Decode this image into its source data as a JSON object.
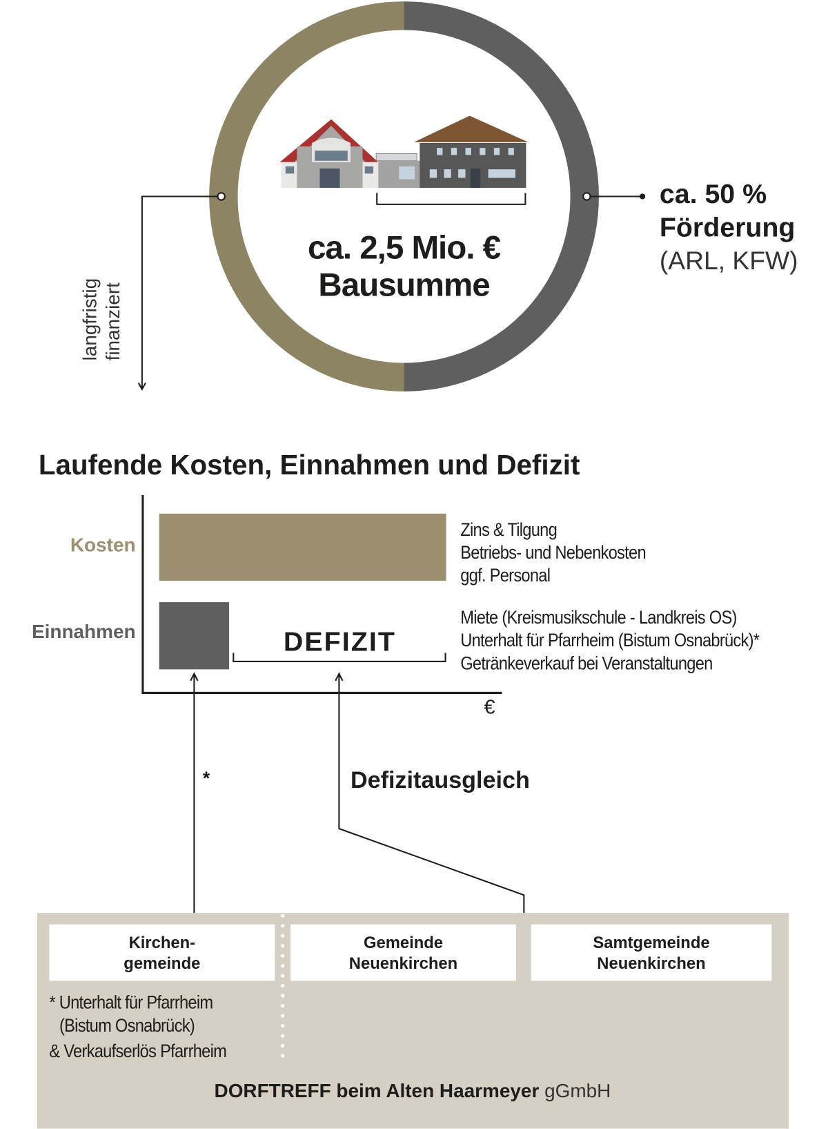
{
  "colors": {
    "olive": "#8c8462",
    "kosten": "#9c8f6f",
    "gray": "#5f5f5f",
    "panel": "#d5d0c3"
  },
  "ring": {
    "left_share_percent": 50,
    "right_share_percent": 50
  },
  "center": {
    "amount": "ca. 2,5 Mio. €",
    "label": "Bausumme"
  },
  "left_note": {
    "line1": "langfristig",
    "line2": "finanziert"
  },
  "right_note": {
    "percent": "ca. 50 %",
    "label": "Förderung",
    "sources": "(ARL, KFW)"
  },
  "section_title": "Laufende Kosten, Einnahmen und Defizit",
  "chart": {
    "kosten_label": "Kosten",
    "einnahmen_label": "Einnahmen",
    "defizit_label": "DEFIZIT",
    "axis_unit": "€",
    "kosten_items": [
      "Zins & Tilgung",
      "Betriebs- und Nebenkosten",
      "ggf. Personal"
    ],
    "einnahmen_items": [
      "Miete (Kreismusikschule - Landkreis OS)",
      "Unterhalt für Pfarrheim (Bistum Osnabrück)*",
      "Getränkeverkauf bei Veranstaltungen"
    ]
  },
  "asterisk": "*",
  "defizitausgleich": "Defizitausgleich",
  "panel": {
    "boxes": [
      {
        "line1": "Kirchen-",
        "line2": "gemeinde"
      },
      {
        "line1": "Gemeinde",
        "line2": "Neuenkirchen"
      },
      {
        "line1": "Samtgemeinde",
        "line2": "Neuenkirchen"
      }
    ],
    "footnote": [
      "* Unterhalt für Pfarrheim",
      "(Bistum Osnabrück)",
      "& Verkaufserlös Pfarrheim"
    ],
    "org_bold": "DORFTREFF beim Alten Haarmeyer",
    "org_light": "gGmbH"
  }
}
